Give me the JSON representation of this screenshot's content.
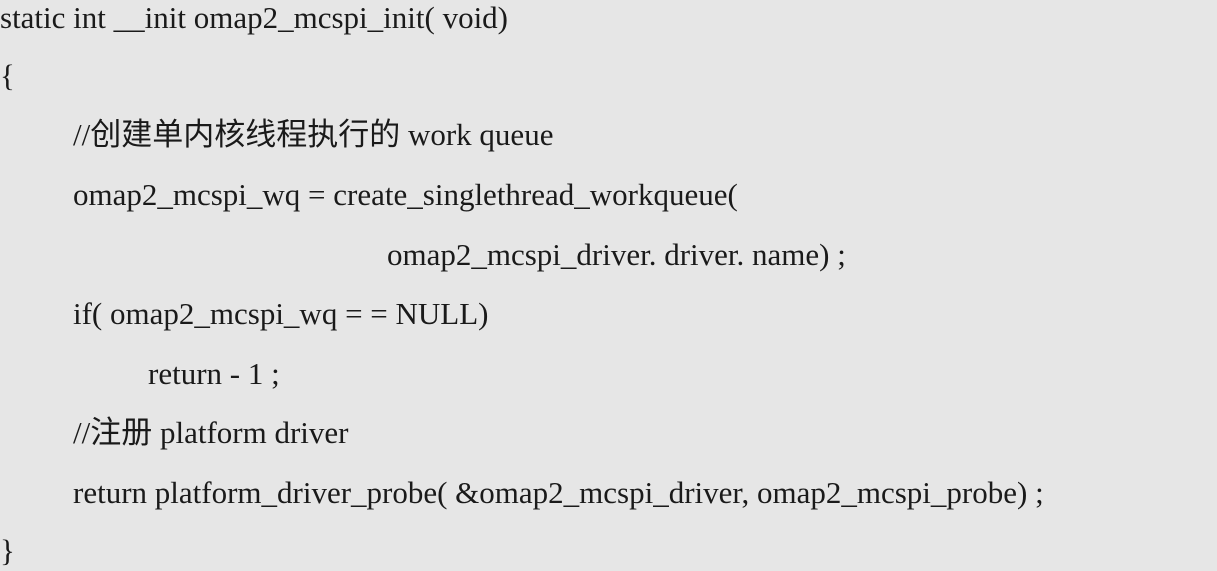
{
  "code": {
    "lines": [
      "static int __init omap2_mcspi_init( void)",
      "{",
      "//创建单内核线程执行的 work queue",
      "omap2_mcspi_wq = create_singlethread_workqueue(",
      "omap2_mcspi_driver. driver. name) ;",
      "if( omap2_mcspi_wq = = NULL)",
      "return - 1 ;",
      "//注册 platform driver",
      "return platform_driver_probe( &omap2_mcspi_driver, omap2_mcspi_probe) ;",
      "}"
    ]
  }
}
